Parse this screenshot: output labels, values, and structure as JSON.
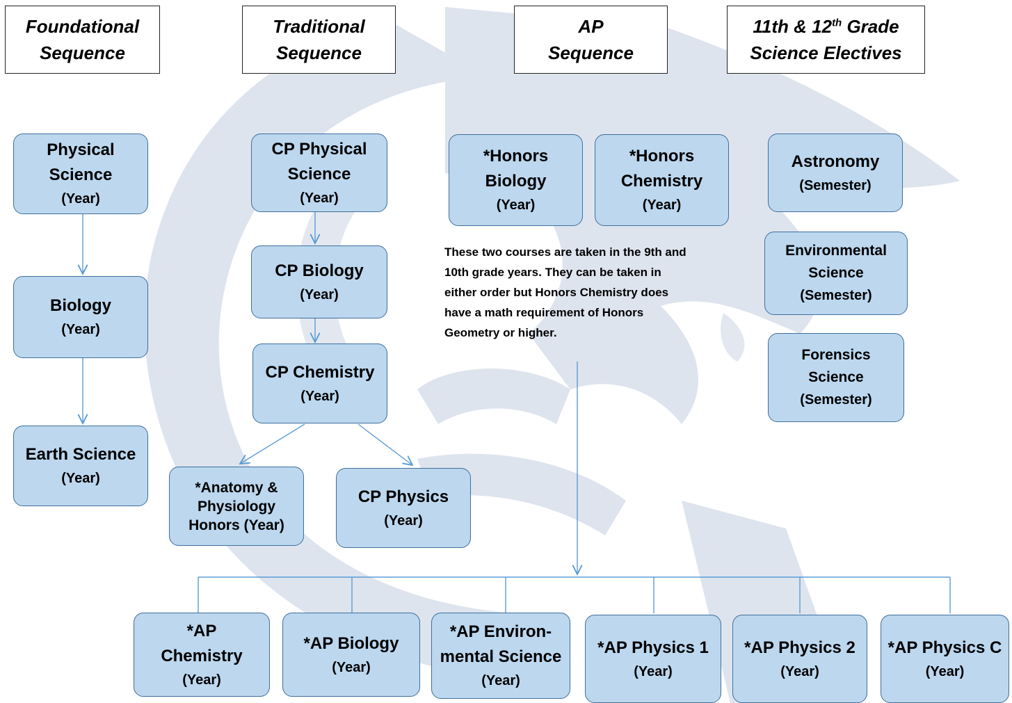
{
  "headers": [
    {
      "line1": "Foundational",
      "line2": "Sequence"
    },
    {
      "line1": "Traditional",
      "line2": "Sequence"
    },
    {
      "line1": "AP",
      "line2": "Sequence"
    },
    {
      "line1_pre": "11th & 12",
      "line1_sup": "th",
      "line1_post": " Grade",
      "line2": "Science Electives"
    }
  ],
  "foundational": [
    {
      "name1": "Physical",
      "name2": "Science",
      "duration": "(Year)"
    },
    {
      "name1": "Biology",
      "duration": "(Year)"
    },
    {
      "name1": "Earth Science",
      "duration": "(Year)"
    }
  ],
  "traditional": [
    {
      "name1": "CP Physical",
      "name2": "Science",
      "duration": "(Year)"
    },
    {
      "name1": "CP Biology",
      "duration": "(Year)"
    },
    {
      "name1": "CP Chemistry",
      "duration": "(Year)"
    },
    {
      "name1": "*Anatomy &",
      "name2": "Physiology",
      "name3": "Honors (Year)"
    },
    {
      "name1": "CP Physics",
      "duration": "(Year)"
    }
  ],
  "ap_start": [
    {
      "name1": "*Honors",
      "name2": "Biology",
      "duration": "(Year)"
    },
    {
      "name1": "*Honors",
      "name2": "Chemistry",
      "duration": "(Year)"
    }
  ],
  "ap_note": {
    "line1": "These two courses are taken in the 9th and",
    "line2": "10th grade years.  They can be taken in",
    "line3": "either order but Honors Chemistry does",
    "line4": "have a math requirement of Honors",
    "line5": "Geometry or higher."
  },
  "electives": [
    {
      "name1": "Astronomy",
      "duration": "(Semester)"
    },
    {
      "name1": "Environmental",
      "name2": "Science",
      "duration": "(Semester)"
    },
    {
      "name1": "Forensics",
      "name2": "Science",
      "duration": "(Semester)"
    }
  ],
  "ap_courses": [
    {
      "name1": "*AP",
      "name2": "Chemistry",
      "duration": "(Year)"
    },
    {
      "name1": "*AP Biology",
      "duration": "(Year)"
    },
    {
      "name1": "*AP Environ-",
      "name2": "mental Science",
      "duration": "(Year)"
    },
    {
      "name1": "*AP Physics 1",
      "duration": "(Year)"
    },
    {
      "name1": "*AP Physics 2",
      "duration": "(Year)"
    },
    {
      "name1": "*AP Physics C",
      "duration": "(Year)"
    }
  ],
  "colors": {
    "box_fill": "#bcd7ee",
    "box_border": "#3f6f9d",
    "connector": "#5b9bd5",
    "watermark": "#cfd8e6"
  },
  "watermark_icon": "wolf-mascot-logo"
}
